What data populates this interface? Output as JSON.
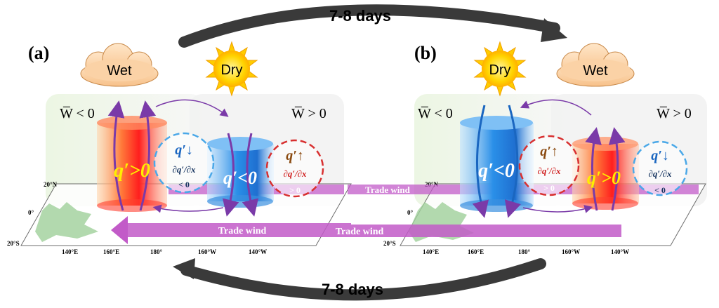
{
  "cycle": {
    "top_label": "7-8 days",
    "bottom_label": "7-8 days"
  },
  "panel_a": {
    "label": "(a)",
    "cloud_text": "Wet",
    "sun_text": "Dry",
    "w_left": "W̅ < 0",
    "w_right": "W̅ > 0",
    "moist_col_text": "q′>0",
    "dry_col_text": "q′<0",
    "left_circle": {
      "tendency": "q′↓",
      "gradient": "∂q′/∂x",
      "sign": "< 0"
    },
    "right_circle": {
      "tendency": "q′↑",
      "gradient": "∂q′/∂x",
      "sign": "> 0"
    },
    "trade_wind_upper": "",
    "trade_wind_lower": "Trade  wind",
    "lat_labels": [
      "20°N",
      "0°",
      "20°S"
    ],
    "lon_labels": [
      "140°E",
      "160°E",
      "180°",
      "160°W",
      "140°W"
    ]
  },
  "panel_b": {
    "label": "(b)",
    "sun_text": "Dry",
    "cloud_text": "Wet",
    "w_left": "W̅ < 0",
    "w_right": "W̅ > 0",
    "dry_col_text": "q′<0",
    "moist_col_text": "q′>0",
    "left_circle": {
      "tendency": "q′↑",
      "gradient": "∂q′/∂x",
      "sign": "> 0"
    },
    "right_circle": {
      "tendency": "q′↓",
      "gradient": "∂q′/∂x",
      "sign": "< 0"
    },
    "trade_wind_upper": "Trade  wind",
    "trade_wind_lower": "Trade  wind",
    "lat_labels": [
      "20°N",
      "0°",
      "20°S"
    ],
    "lon_labels": [
      "140°E",
      "160°E",
      "180°",
      "160°W",
      "140°W"
    ]
  },
  "colors": {
    "moist": "#ff2a2a",
    "dry": "#2a8fe8",
    "trade_wind": "#c25bc8",
    "q_pos_text": "#ffee00",
    "q_neg_text": "#ffffff",
    "neg_tend": "#1a66c0",
    "pos_tend": "#8a4a10",
    "arrow": "#7a3aa8"
  }
}
